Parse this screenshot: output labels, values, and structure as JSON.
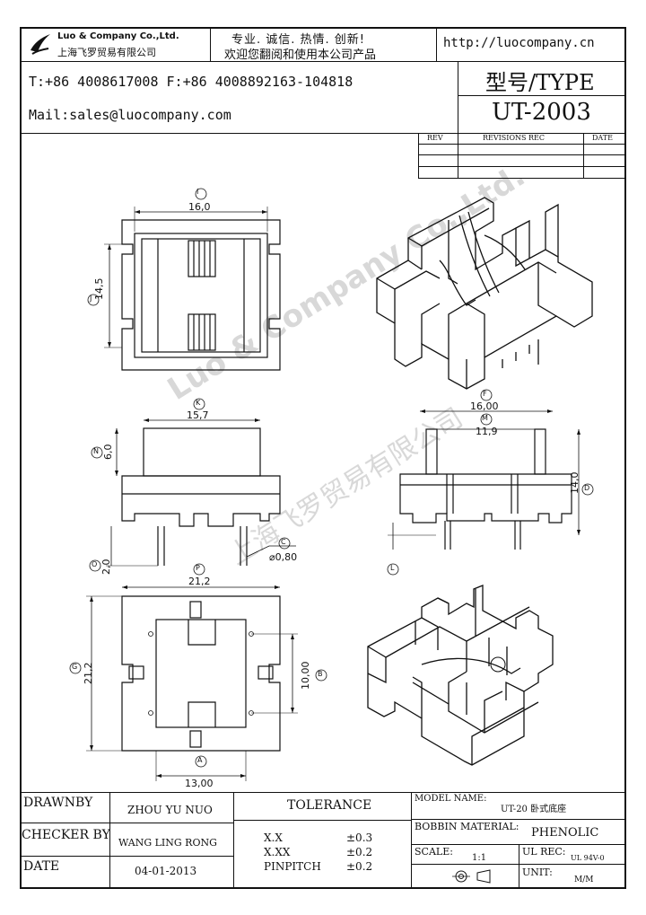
{
  "header": {
    "company_name": "Luo & Company Co.,Ltd.",
    "company_name_cn": "上海飞罗贸易有限公司",
    "slogan_line1": "专业. 诚信. 热情. 创新!",
    "slogan_line2": "欢迎您翻阅和使用本公司产品",
    "website": "http://luocompany.cn",
    "phone": "T:+86 4008617008 F:+86 4008892163-104818",
    "mail": "Mail:sales@luocompany.com",
    "type_label": "型号/TYPE",
    "type_value": "UT-2003"
  },
  "revisions": {
    "col_rev": "REV",
    "col_rec": "REVISIONS REC",
    "col_date": "DATE"
  },
  "dimensions": {
    "d_I": "I",
    "d_I_val": "16,0",
    "d_J": "J",
    "d_J_val": "14,5",
    "d_K": "K",
    "d_K_val": "15,7",
    "d_N": "N",
    "d_N_val": "6,0",
    "d_O": "O",
    "d_O_val": "2,0",
    "d_C": "C",
    "d_C_val": "⌀0,80",
    "d_F": "F",
    "d_F_val": "16,00",
    "d_M": "M",
    "d_M_val": "11,9",
    "d_D": "D",
    "d_D_val": "14,0",
    "d_L": "L",
    "d_P": "P",
    "d_P_val": "21,2",
    "d_G": "G",
    "d_G_val": "21,2",
    "d_B": "B",
    "d_B_val": "10,00",
    "d_A": "A",
    "d_A_val": "13,00"
  },
  "watermark": {
    "text1": "Luo & Company Co.,Ltd.",
    "text2": "上海飞罗贸易有限公司"
  },
  "footer": {
    "drawnby_label": "DRAWNBY",
    "drawnby_value": "ZHOU YU NUO",
    "checker_label": "CHECKER BY",
    "checker_value": "WANG LING RONG",
    "date_label": "DATE",
    "date_value": "04-01-2013",
    "tolerance_label": "TOLERANCE",
    "tol_rows": [
      {
        "key": "X.X",
        "val": "±0.3"
      },
      {
        "key": "X.XX",
        "val": "±0.2"
      },
      {
        "key": "PINPITCH",
        "val": "±0.2"
      }
    ],
    "model_label": "MODEL NAME:",
    "model_value": "UT-20 卧式底座",
    "bobbin_label": "BOBBIN MATERIAL:",
    "bobbin_value": "PHENOLIC",
    "scale_label": "SCALE:",
    "scale_value": "1:1",
    "ulrec_label": "UL REC:",
    "ulrec_value": "UL 94V-0",
    "unit_label": "UNIT:",
    "unit_value": "M/M"
  }
}
